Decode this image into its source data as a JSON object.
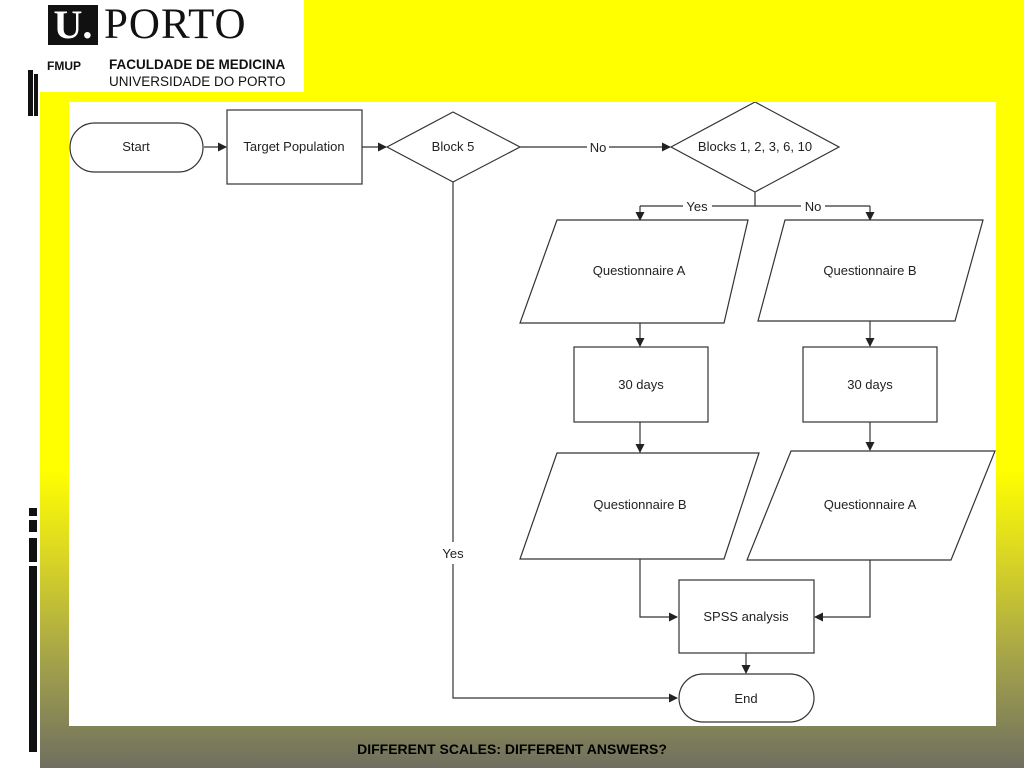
{
  "logo": {
    "u": "U.",
    "porto": "PORTO",
    "fmup": "FMUP",
    "faculty": "FACULDADE DE MEDICINA",
    "university": "UNIVERSIDADE DO PORTO"
  },
  "nodes": {
    "start": "Start",
    "target_population": "Target Population",
    "block5": "Block 5",
    "blocks_decision": "Blocks 1, 2, 3, 6, 10",
    "questionnaire_a_left": "Questionnaire A",
    "questionnaire_b_right": "Questionnaire B",
    "days_left": "30 days",
    "days_right": "30 days",
    "questionnaire_b_left": "Questionnaire B",
    "questionnaire_a_right": "Questionnaire A",
    "spss": "SPSS analysis",
    "end": "End"
  },
  "edges": {
    "block5_no": "No",
    "blocks_yes": "Yes",
    "blocks_no": "No",
    "block5_yes": "Yes"
  },
  "footer": "DIFFERENT SCALES: DIFFERENT ANSWERS?",
  "colors": {
    "slide_background": "#ffff00",
    "bottom_gradient": "#6f6f60",
    "diagram_background": "#ffffff",
    "stroke": "#333333"
  }
}
